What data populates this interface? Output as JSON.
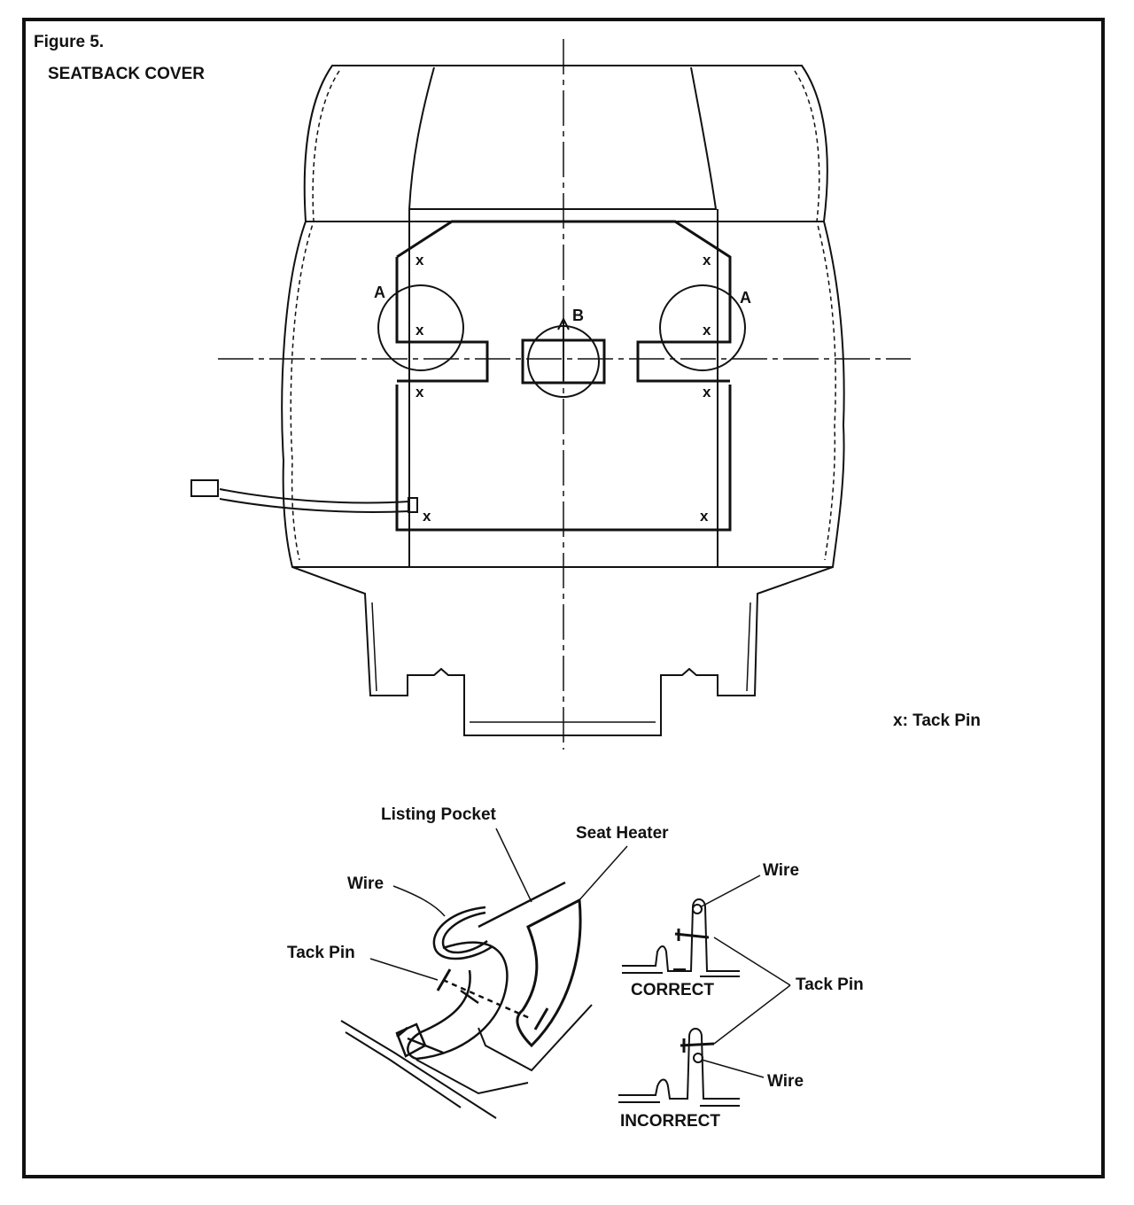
{
  "figure": {
    "number_label": "Figure 5.",
    "title": "SEATBACK COVER"
  },
  "seatback": {
    "callout_a": "A",
    "callout_b": "B",
    "tack_pin_mark": "x",
    "legend": "x: Tack Pin"
  },
  "detail": {
    "listing_pocket": "Listing Pocket",
    "seat_heater": "Seat Heater",
    "wire": "Wire",
    "tack_pin": "Tack Pin"
  },
  "comparison": {
    "wire_top": "Wire",
    "correct": "CORRECT",
    "tack_pin": "Tack Pin",
    "wire_bottom": "Wire",
    "incorrect": "INCORRECT"
  }
}
